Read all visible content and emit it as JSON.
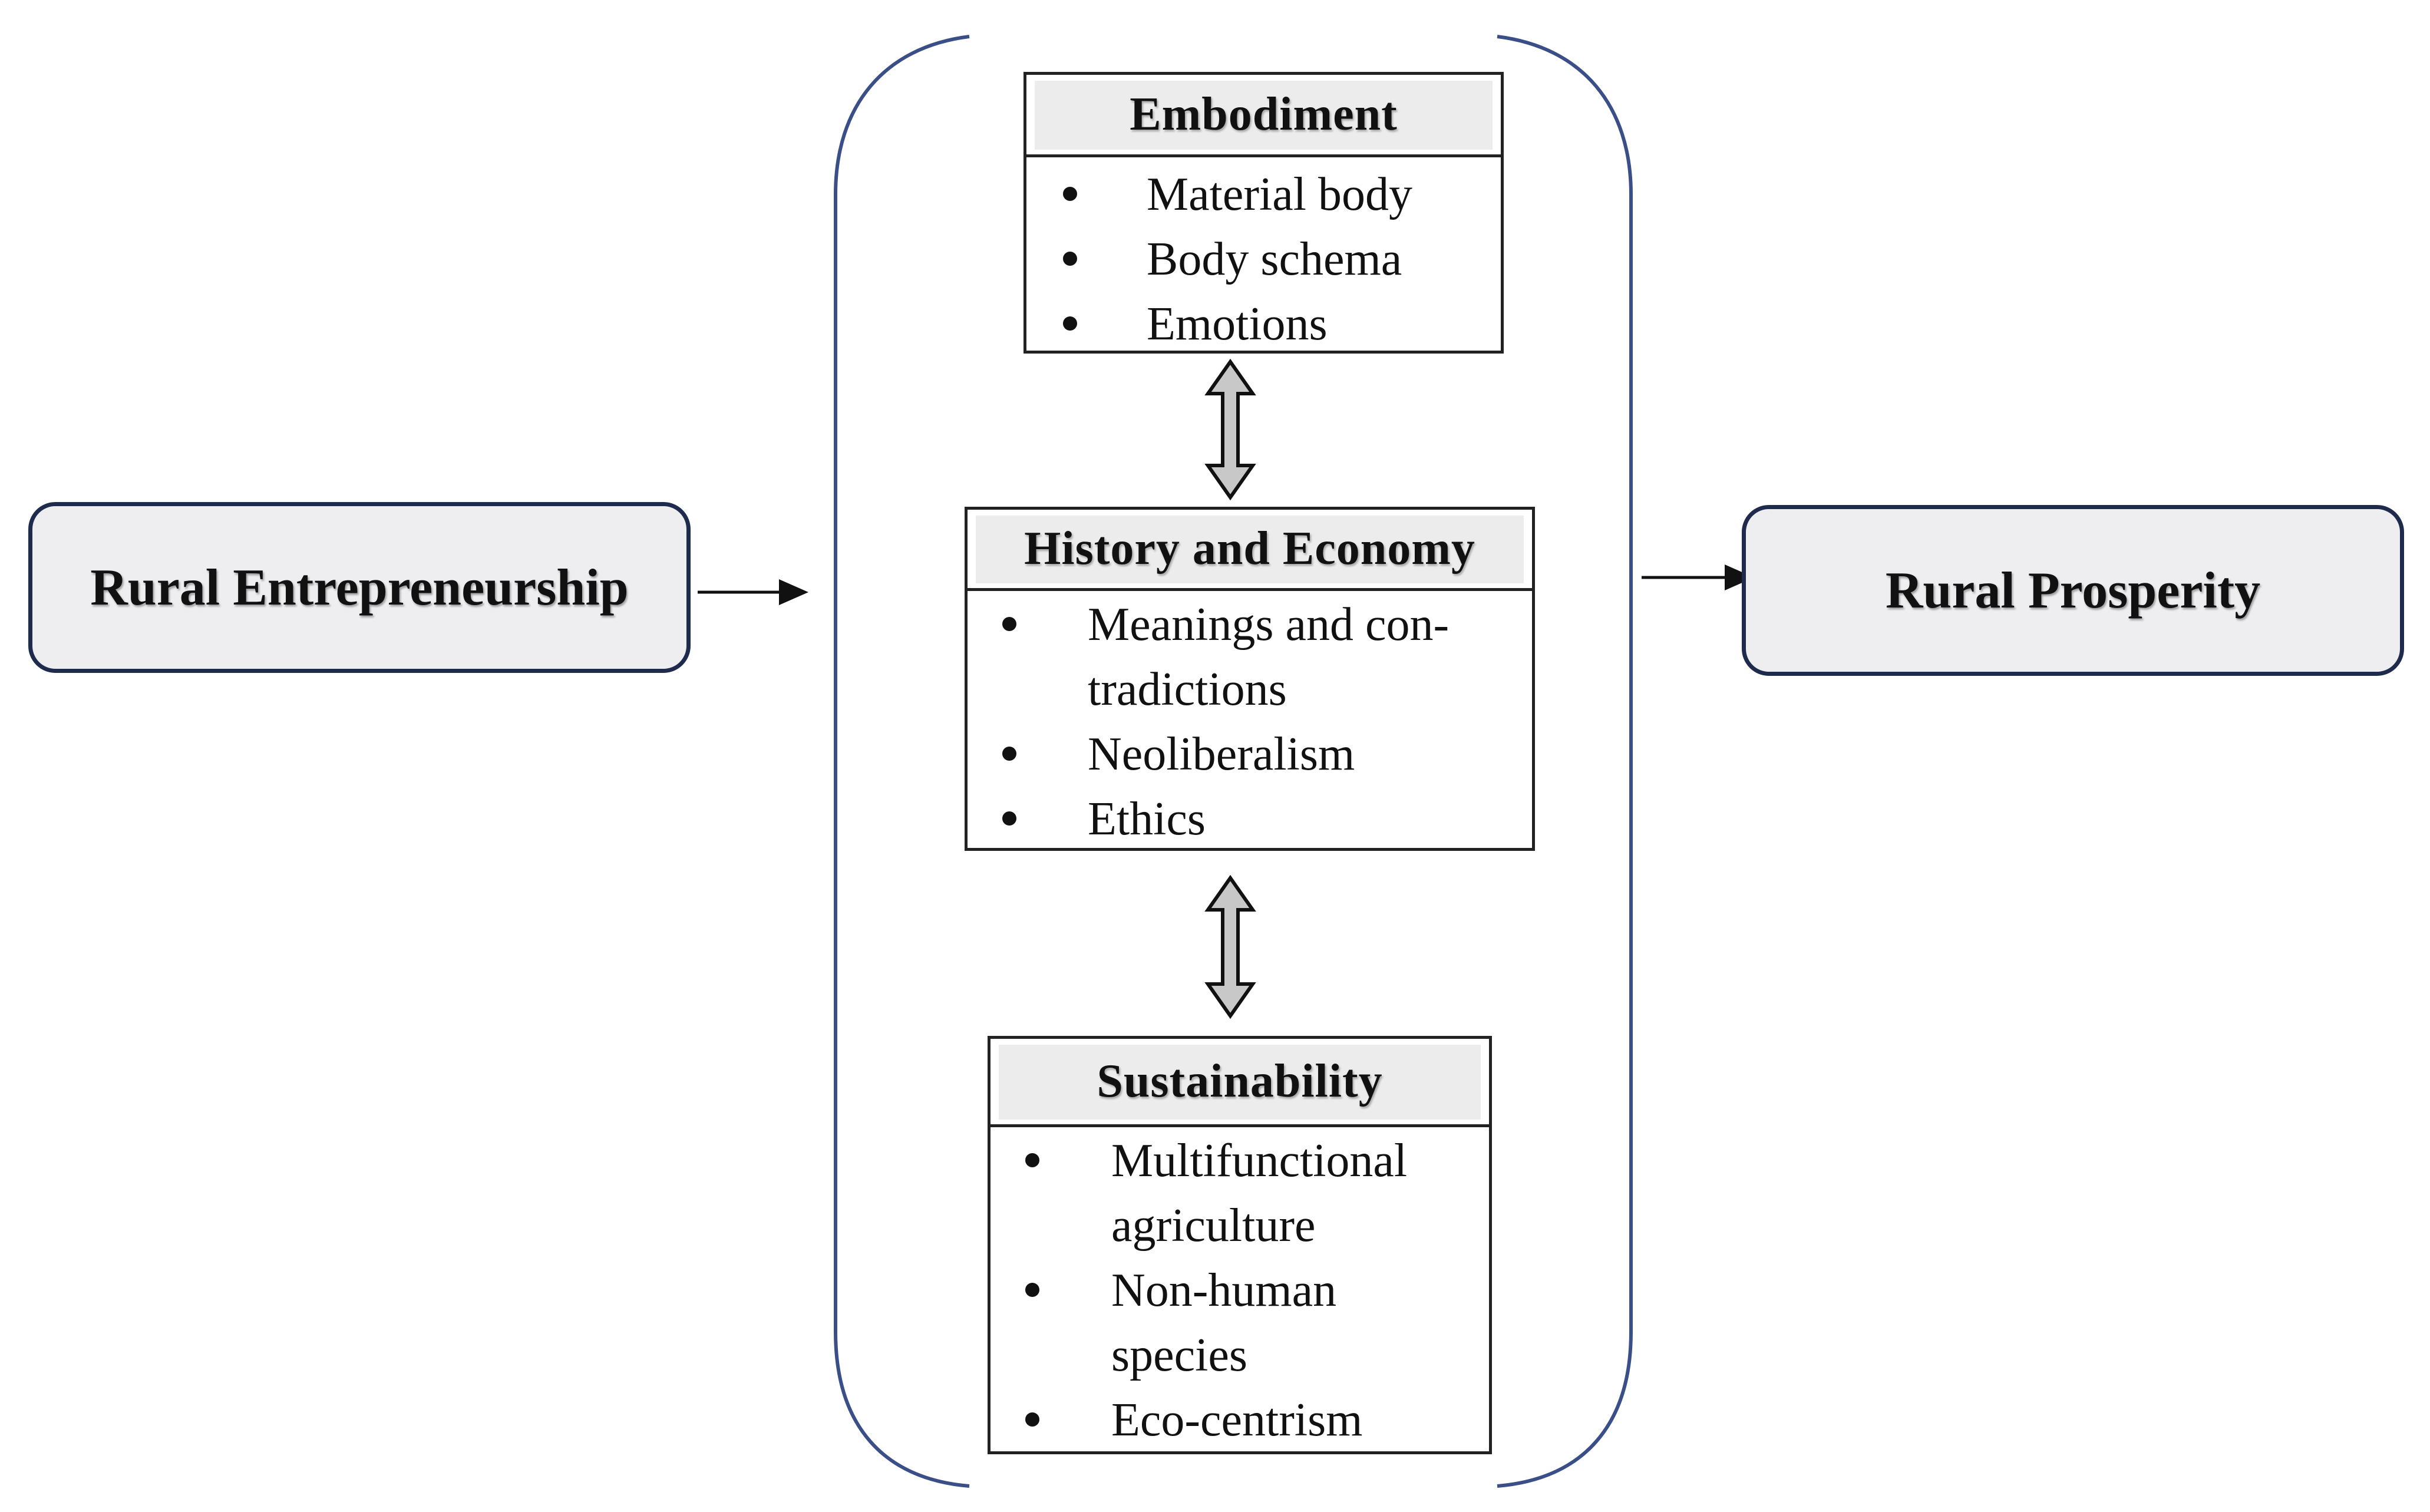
{
  "left_node": {
    "label": "Rural Entrepreneurship"
  },
  "right_node": {
    "label": "Rural Prosperity"
  },
  "boxes": {
    "embodiment": {
      "title": "Embodiment",
      "items": [
        "Material body",
        "Body schema",
        "Emotions"
      ]
    },
    "history": {
      "title": "History and Economy",
      "items": [
        {
          "line1": "Meanings and con-",
          "line2": "tradictions"
        },
        {
          "line1": "Neoliberalism"
        },
        {
          "line1": "Ethics"
        }
      ]
    },
    "sustainability": {
      "title": "Sustainability",
      "items": [
        {
          "line1": "Multifunctional",
          "line2": "agriculture"
        },
        {
          "line1": "Non-human",
          "line2": "species"
        },
        {
          "line1": "Eco-centrism"
        }
      ]
    }
  },
  "colors": {
    "bracket": "#3a4f87",
    "pill_border": "#1f2b4d",
    "pill_fill": "#eeeef0",
    "double_arrow_fill": "#c8c8c8"
  }
}
